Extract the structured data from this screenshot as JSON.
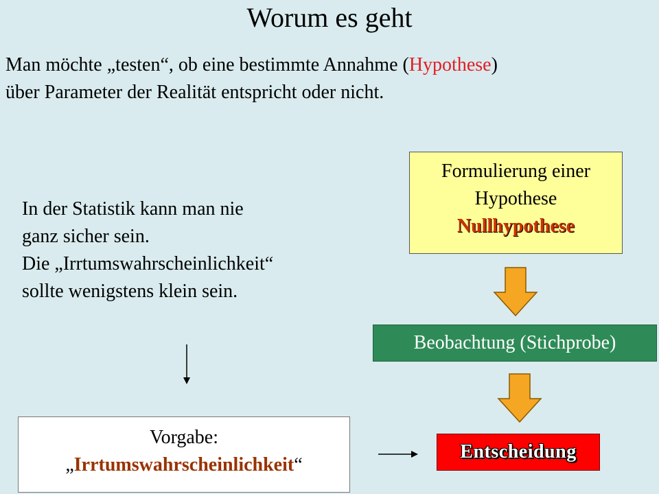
{
  "title": "Worum es geht",
  "intro": {
    "line1_before": "Man möchte „testen“, ob eine bestimmte Annahme (",
    "line1_highlight": "Hypothese",
    "line1_after": ")",
    "line2": "über Parameter der Realität entspricht oder nicht."
  },
  "side_text": {
    "lines": [
      "In der Statistik kann man nie",
      "ganz sicher sein.",
      "Die „Irrtumswahrscheinlichkeit“",
      "sollte wenigstens klein sein."
    ]
  },
  "flow": {
    "hypothesis_box": {
      "line1": "Formulierung einer",
      "line2": "Hypothese",
      "line3": "Nullhypothese"
    },
    "observation_box": "Beobachtung (Stichprobe)",
    "decision_box": "Entscheidung"
  },
  "specification_box": {
    "line1": "Vorgabe:",
    "quote_open": "„",
    "emphasis": "Irrtumswahrscheinlichkeit",
    "quote_close": "“"
  },
  "colors": {
    "background": "#d9ebee",
    "hypothesis_highlight": "#e41c24",
    "hypothesis_box": "#ffff99",
    "observation_box": "#2e8b57",
    "decision_box": "#ff0000",
    "flow_arrow": "#f5a623",
    "emphasis": "#993300"
  }
}
